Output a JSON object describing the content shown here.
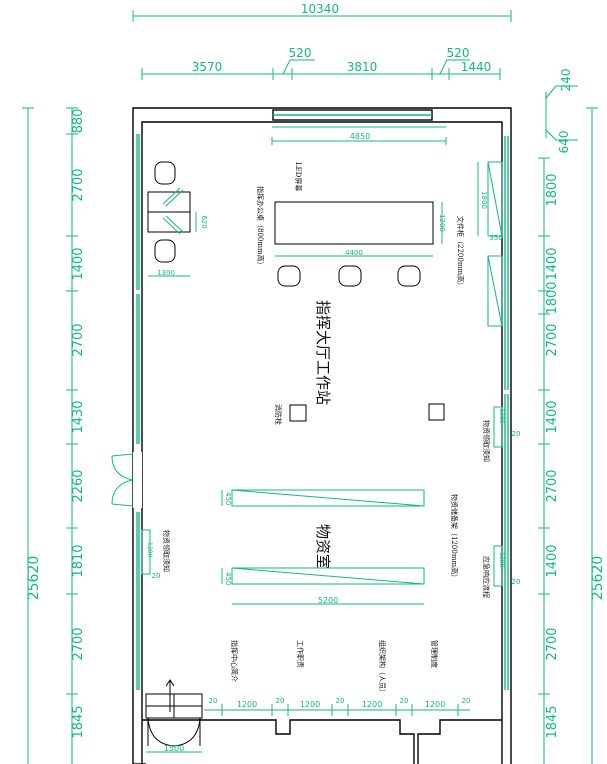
{
  "colors": {
    "dimension": "#12b886",
    "wall": "#000000",
    "label": "#111111"
  },
  "overall_dims": {
    "top_total": "10340",
    "top_segments": [
      "3570",
      "520",
      "3810",
      "520",
      "1440"
    ],
    "top_right_offsets": [
      "240",
      "640"
    ],
    "left_total": "25620",
    "right_total": "25620"
  },
  "left_dims": [
    "880",
    "2700",
    "1400",
    "2700",
    "1430",
    "2260",
    "1810",
    "2700",
    "1845"
  ],
  "right_dims": [
    "1800",
    "1400",
    "1800",
    "2700",
    "1400",
    "2700",
    "1400",
    "2700",
    "1845"
  ],
  "rooms": {
    "command_hall": "指挥大厅工作站",
    "supplies_room": "物资室"
  },
  "labels": {
    "led_screen": "LED屏幕",
    "command_desk": "指挥办公桌（800mm高）",
    "file_cabinet": "文件柜（2200mm高）",
    "storage_rack": "物资储备架（1200mm高）",
    "supplies_rules_right": "物资领取须知",
    "supplies_rules_left": "物资领取须知",
    "emergency_flow": "应急响应流程",
    "center_intro": "指挥中心简介",
    "duties": "工作职责",
    "org_chart": "组织架构（人员）",
    "management_system": "管理制度",
    "pillar": "消防栓"
  },
  "inner_dims": {
    "led_width": "4850",
    "desk_length": "4400",
    "desk_depth": "1200",
    "cabinet_width": "1800",
    "cabinet_depth": "350",
    "left_desk_width": "1300",
    "left_desk_depth": "620",
    "rack_length": "5200",
    "rack_depth_top": "450",
    "rack_depth_bottom": "450",
    "board_right_1": "1200",
    "board_right_1_gap": "20",
    "board_right_2": "1200",
    "board_right_2_gap": "20",
    "board_left": "1200",
    "board_left_gap": "20",
    "bottom_boards": [
      "1200",
      "1200",
      "1200",
      "1200"
    ],
    "bottom_gaps": [
      "20",
      "20",
      "20",
      "20",
      "20"
    ],
    "entrance_width": "1500"
  }
}
